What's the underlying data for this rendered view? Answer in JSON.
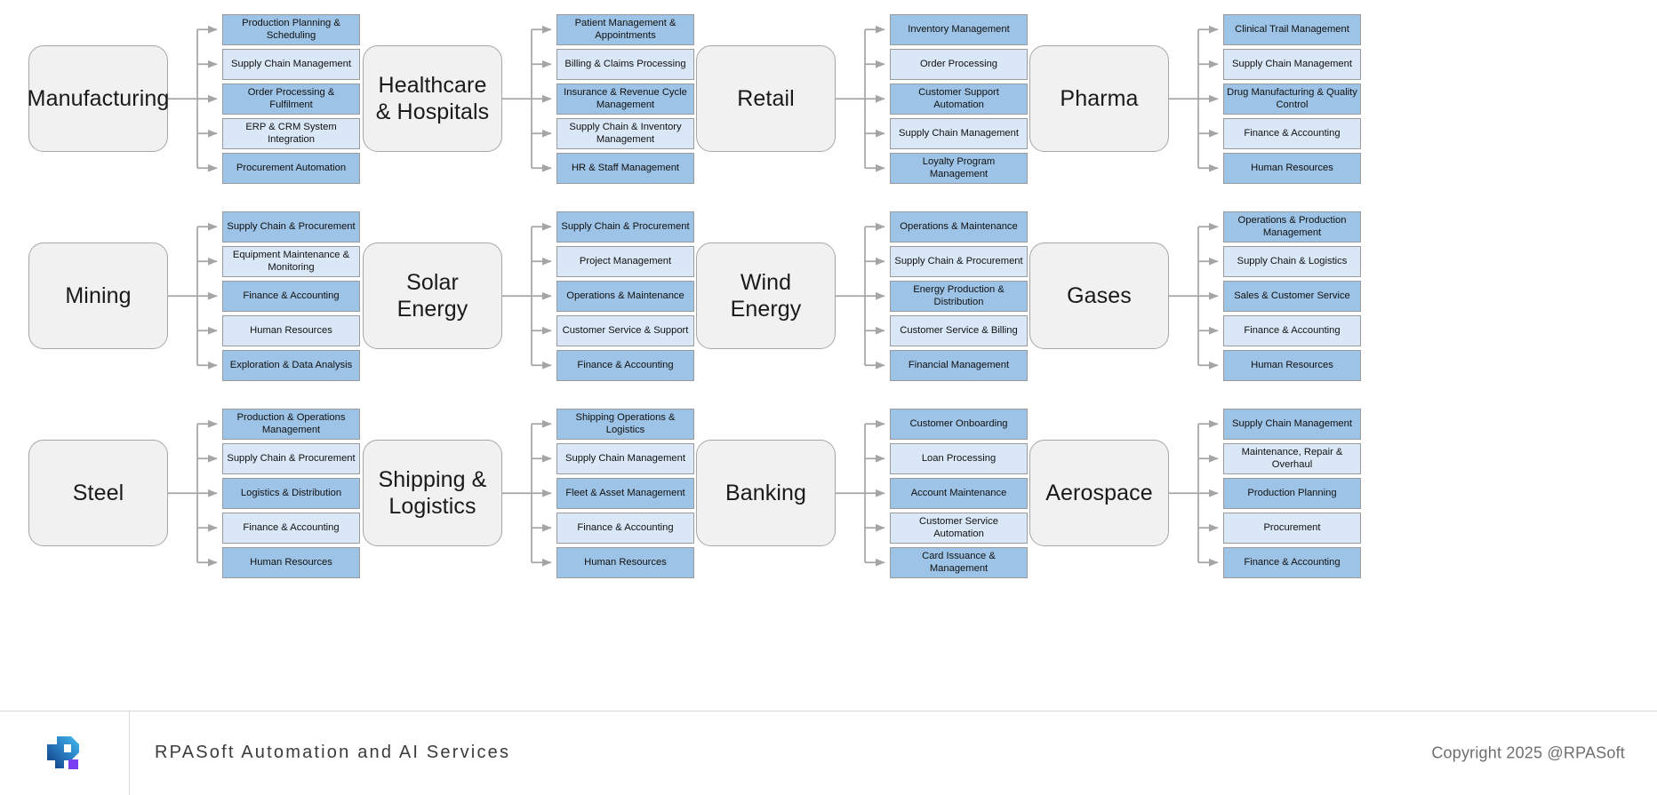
{
  "palette": {
    "leaf_dark": "#9dc3e6",
    "leaf_light": "#d9e7f7",
    "hub_fill": "#f1f1f1",
    "hub_border": "#a6a6a6",
    "connector": "#a5a5a5",
    "logo_blue_dark": "#0e3a7d",
    "logo_blue_light": "#41b6e6",
    "logo_purple": "#7b3ff2"
  },
  "clusters": [
    {
      "id": "manufacturing",
      "hub": "Manufacturing",
      "leaves": [
        "Production Planning & Scheduling",
        "Supply Chain Management",
        "Order Processing & Fulfilment",
        "ERP & CRM System Integration",
        "Procurement Automation"
      ]
    },
    {
      "id": "healthcare-hospitals",
      "hub": "Healthcare & Hospitals",
      "leaves": [
        "Patient Management & Appointments",
        "Billing & Claims Processing",
        "Insurance & Revenue Cycle Management",
        "Supply Chain & Inventory Management",
        "HR & Staff Management"
      ]
    },
    {
      "id": "retail",
      "hub": "Retail",
      "leaves": [
        "Inventory Management",
        "Order Processing",
        "Customer Support Automation",
        "Supply Chain Management",
        "Loyalty Program Management"
      ]
    },
    {
      "id": "pharma",
      "hub": "Pharma",
      "leaves": [
        "Clinical Trail Management",
        "Supply Chain Management",
        "Drug Manufacturing & Quality Control",
        "Finance & Accounting",
        "Human Resources"
      ]
    },
    {
      "id": "mining",
      "hub": "Mining",
      "leaves": [
        "Supply Chain & Procurement",
        "Equipment Maintenance & Monitoring",
        "Finance & Accounting",
        "Human Resources",
        "Exploration & Data Analysis"
      ]
    },
    {
      "id": "solar-energy",
      "hub": "Solar Energy",
      "leaves": [
        "Supply Chain & Procurement",
        "Project Management",
        "Operations & Maintenance",
        "Customer Service & Support",
        "Finance & Accounting"
      ]
    },
    {
      "id": "wind-energy",
      "hub": "Wind Energy",
      "leaves": [
        "Operations & Maintenance",
        "Supply Chain & Procurement",
        "Energy Production & Distribution",
        "Customer Service & Billing",
        "Financial Management"
      ]
    },
    {
      "id": "gases",
      "hub": "Gases",
      "leaves": [
        "Operations & Production Management",
        "Supply Chain & Logistics",
        "Sales & Customer Service",
        "Finance & Accounting",
        "Human Resources"
      ]
    },
    {
      "id": "steel",
      "hub": "Steel",
      "leaves": [
        "Production & Operations Management",
        "Supply Chain & Procurement",
        "Logistics & Distribution",
        "Finance & Accounting",
        "Human Resources"
      ]
    },
    {
      "id": "shipping-logistics",
      "hub": "Shipping & Logistics",
      "leaves": [
        "Shipping Operations & Logistics",
        "Supply Chain Management",
        "Fleet & Asset Management",
        "Finance & Accounting",
        "Human Resources"
      ]
    },
    {
      "id": "banking",
      "hub": "Banking",
      "leaves": [
        "Customer Onboarding",
        "Loan Processing",
        "Account Maintenance",
        "Customer Service Automation",
        "Card Issuance & Management"
      ]
    },
    {
      "id": "aerospace",
      "hub": "Aerospace",
      "leaves": [
        "Supply Chain Management",
        "Maintenance, Repair & Overhaul",
        "Production Planning",
        "Procurement",
        "Finance & Accounting"
      ]
    }
  ],
  "footer": {
    "logo_name": "rpasoft-logo",
    "title": "RPASoft Automation and AI Services",
    "copyright": "Copyright 2025 @RPASoft"
  }
}
